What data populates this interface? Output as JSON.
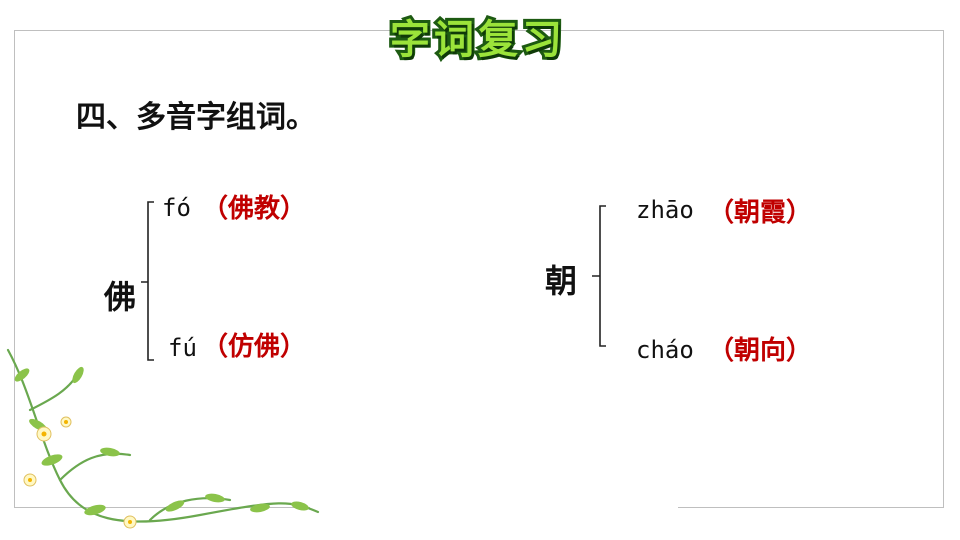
{
  "title": "字词复习",
  "heading": "四、多音字组词。",
  "groups": [
    {
      "char": "佛",
      "readings": [
        {
          "pinyin": "fó",
          "word": "（佛教）"
        },
        {
          "pinyin": "fú",
          "word": "（仿佛）"
        }
      ]
    },
    {
      "char": "朝",
      "readings": [
        {
          "pinyin": "zhāo",
          "word": "（朝霞）"
        },
        {
          "pinyin": "cháo",
          "word": "（朝向）"
        }
      ]
    }
  ],
  "colors": {
    "title_fill": "#9be33a",
    "title_outline": "#1d5a12",
    "answer": "#c00000",
    "frame": "#bfbfbf"
  },
  "decoration": "green-vine-with-flowers"
}
